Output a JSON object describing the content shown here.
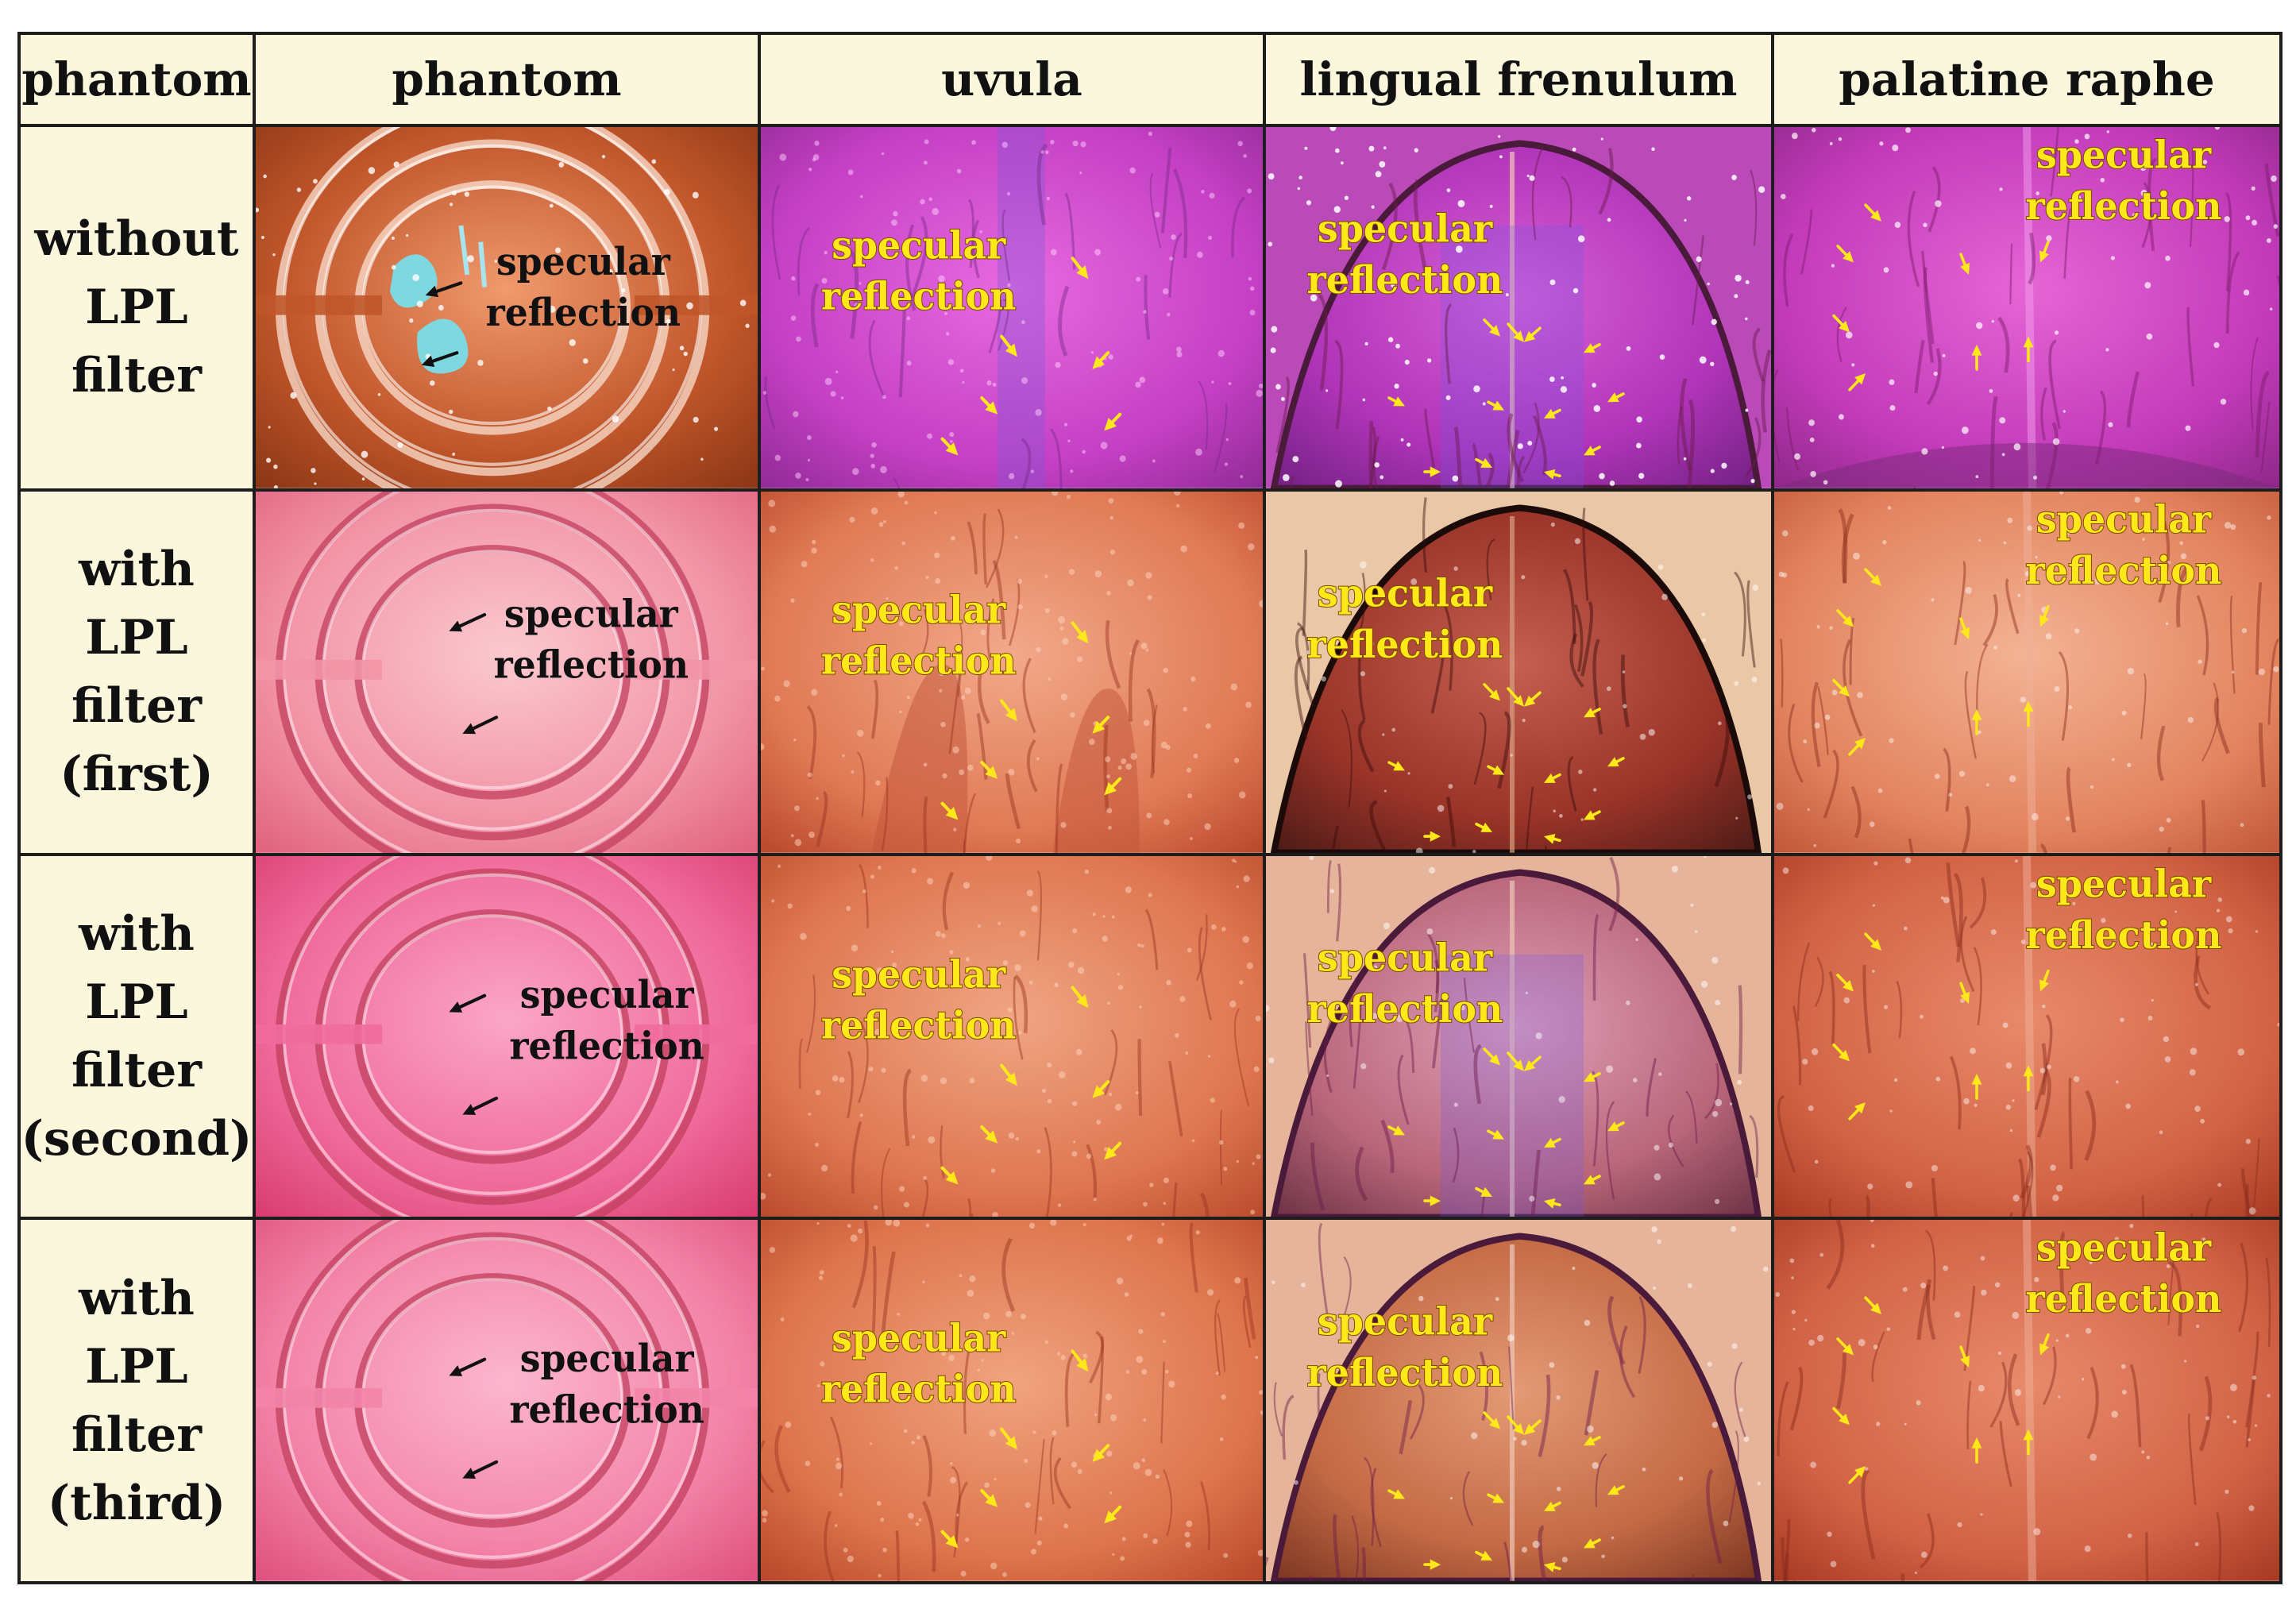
{
  "columns": [
    "phantom",
    "phantom",
    "uvula",
    "lingual frenulum",
    "palatine raphe"
  ],
  "annotation": {
    "line1": "specular",
    "line2": "reflection"
  },
  "rows": [
    {
      "lines": [
        "without",
        "LPL",
        "filter"
      ]
    },
    {
      "lines": [
        "with",
        "LPL",
        "filter",
        "(first)"
      ]
    },
    {
      "lines": [
        "with",
        "LPL",
        "filter",
        "(second)"
      ]
    },
    {
      "lines": [
        "with",
        "LPL",
        "filter",
        "(third)"
      ]
    }
  ],
  "colors": {
    "header_bg": "#fbf7dd",
    "arrow_phantom": "#111111",
    "arrow_tissue": "#ffe81a",
    "label_tissue": "#ffe81a"
  }
}
